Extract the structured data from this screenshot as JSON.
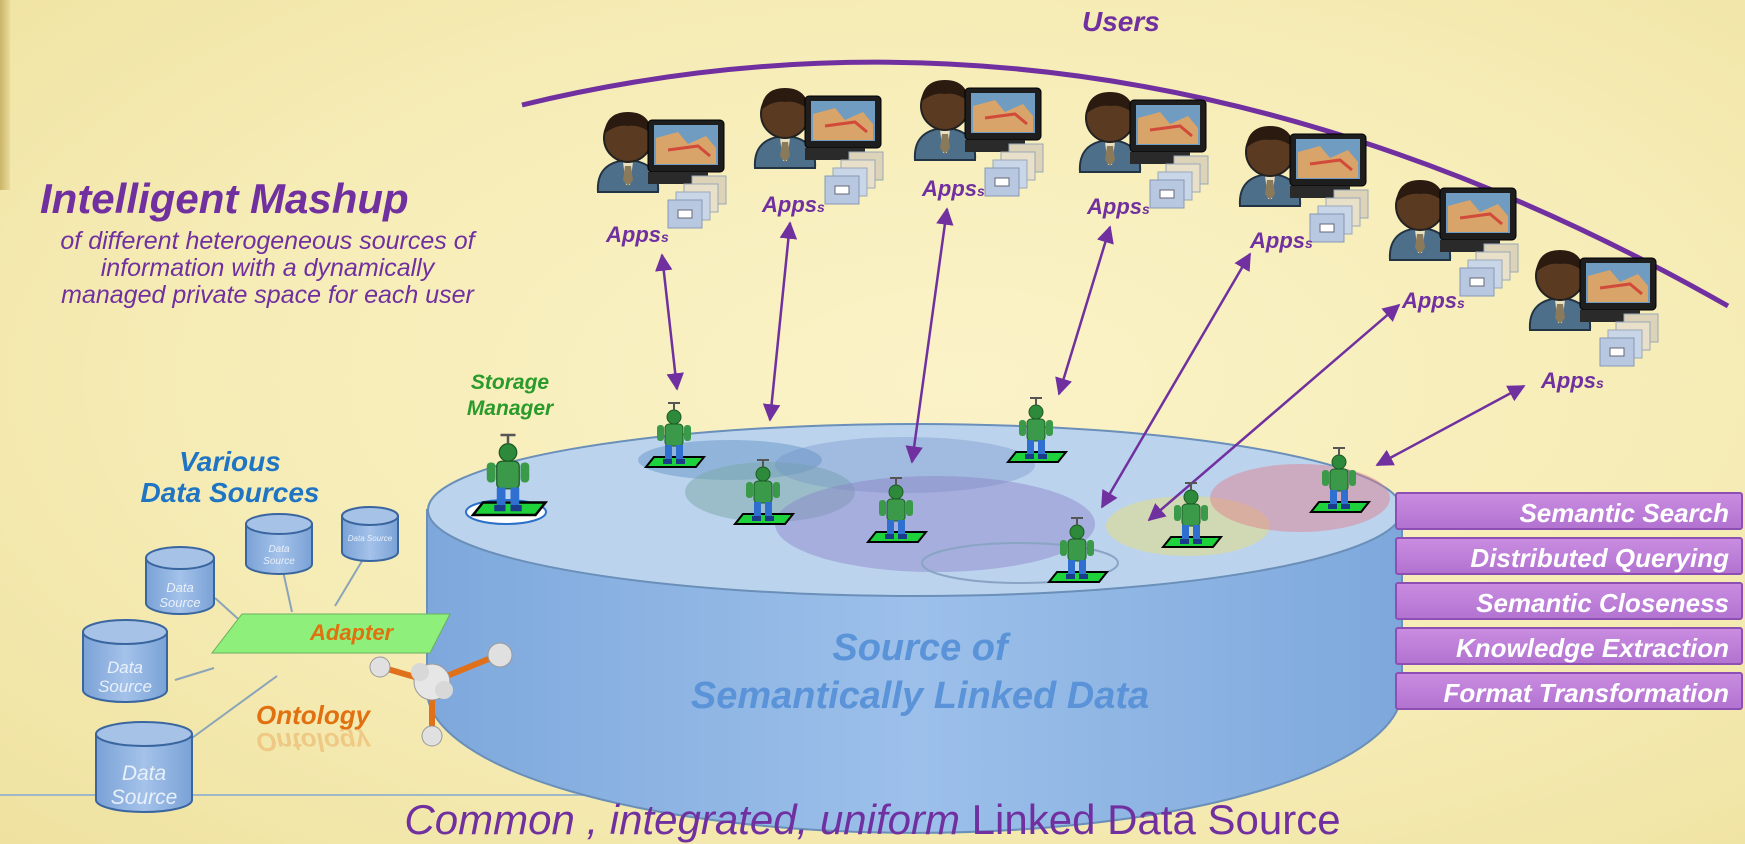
{
  "users_label": "Users",
  "mashup": {
    "title": "Intelligent Mashup",
    "subtitle_lines": [
      "of different heterogeneous sources of",
      "information with a dynamically",
      "managed private space for each user"
    ]
  },
  "data_sources": {
    "title_lines": [
      "Various",
      "Data Sources"
    ],
    "source_label": "Data Source"
  },
  "storage_manager_lines": [
    "Storage",
    "Manager"
  ],
  "adapter_label": "Adapter",
  "ontology_label": "Ontology",
  "cylinder_label_lines": [
    "Source of",
    "Semantically Linked Data"
  ],
  "apps_label": "Apps",
  "apps_suffix": "s",
  "services": [
    "Semantic Search",
    "Distributed Querying",
    "Semantic Closeness",
    "Knowledge Extraction",
    "Format Transformation"
  ],
  "bottom_caption": {
    "italic_part": "Common , integrated, uniform",
    "plain_part": "Linked Data Source"
  },
  "colors": {
    "purple": "#7030a0",
    "blue": "#1f74c4",
    "green": "#2a9a2a",
    "orange": "#e07010",
    "cylinder": "#8fb4e3"
  }
}
